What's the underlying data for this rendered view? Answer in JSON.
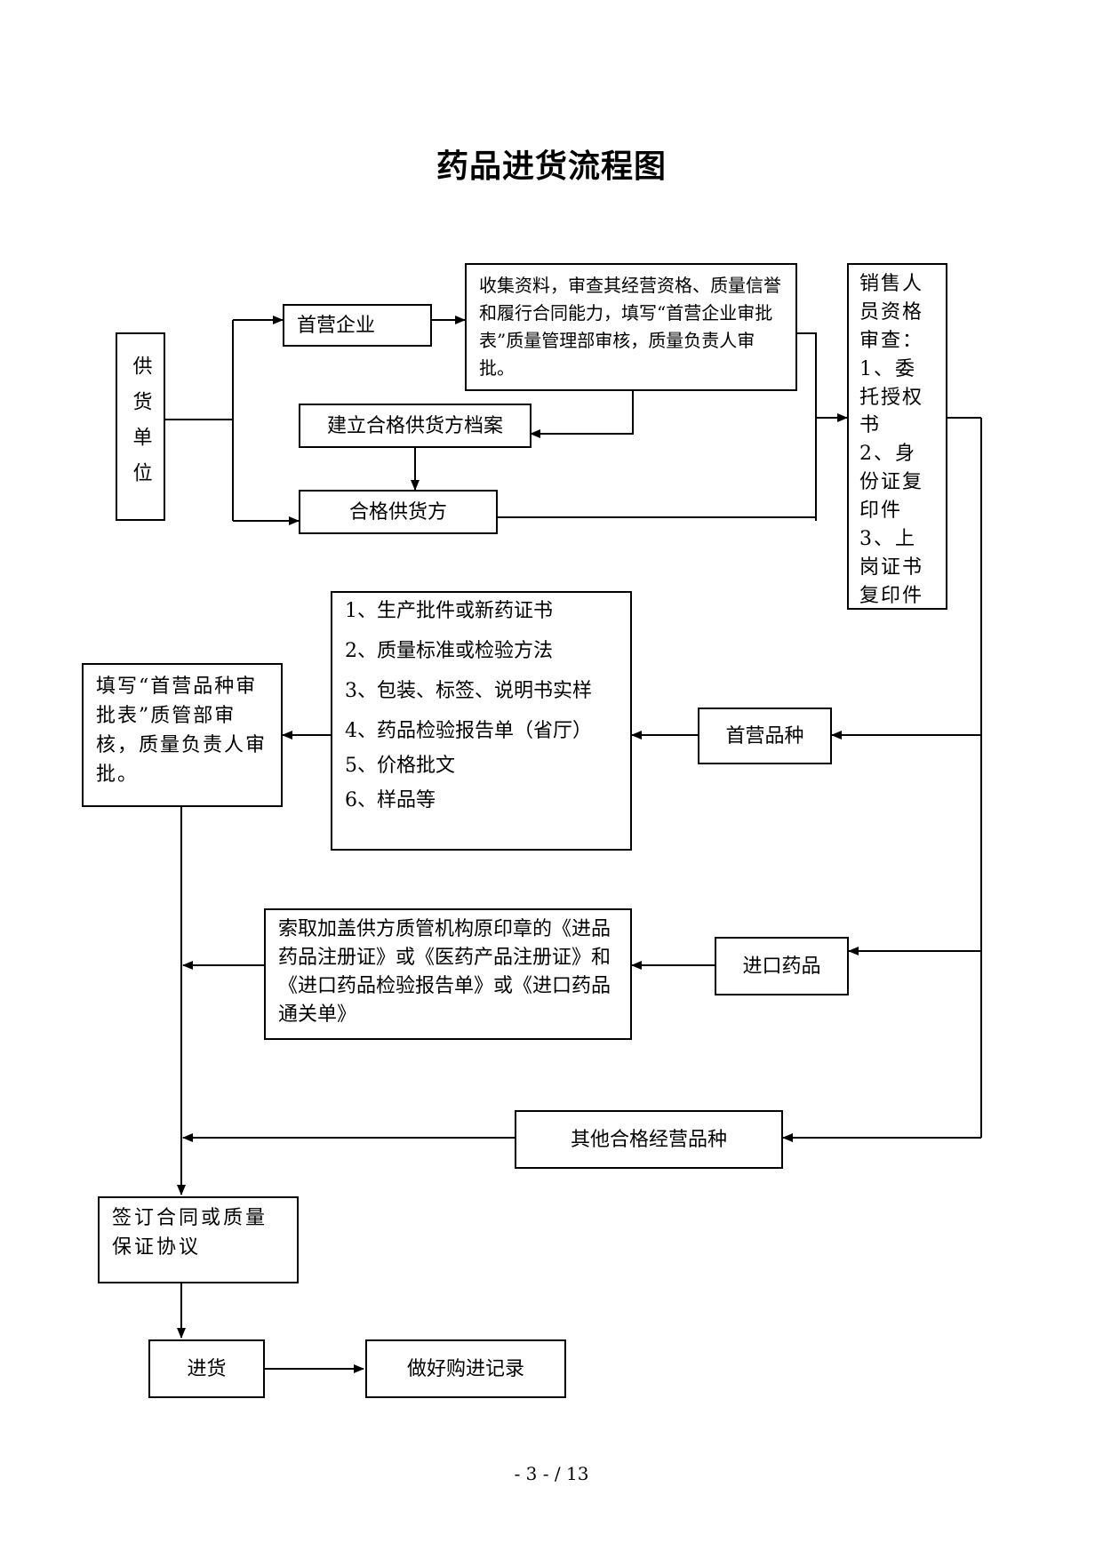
{
  "title": "药品进货流程图",
  "nodes": {
    "supplier": "供货单位",
    "first_enterprise": "首营企业",
    "collect_info": "收集资料，审查其经营资格、质量信誉和履行合同能力，填写“首营企业审批表”质量管理部审核，质量负责人审批。",
    "build_archive": "建立合格供货方档案",
    "qualified_supplier": "合格供货方",
    "sales_check": {
      "lines": [
        "销售人员资格审查：",
        "1、委托授权书",
        "2、身份证复印件",
        "3、上岗证书复印件"
      ]
    },
    "first_variety": "首营品种",
    "required_docs": {
      "lines": [
        "1、生产批件或新药证书",
        "2、质量标准或检验方法",
        "3、包装、标签、说明书实样",
        "4、药品检验报告单（省厅）",
        "5、价格批文",
        "6、样品等"
      ]
    },
    "fill_variety_form": "填写“首营品种审批表”质管部审核，质量负责人审批。",
    "imported_drugs": "进口药品",
    "import_docs": "索取加盖供方质管机构原印章的《进品药品注册证》或《医药产品注册证》和《进口药品检验报告单》或《进口药品通关单》",
    "other_varieties": "其他合格经营品种",
    "sign_contract": "签订合同或质量保证协议",
    "purchase": "进货",
    "record": "做好购进记录"
  },
  "footer": "- 3 - / 13"
}
